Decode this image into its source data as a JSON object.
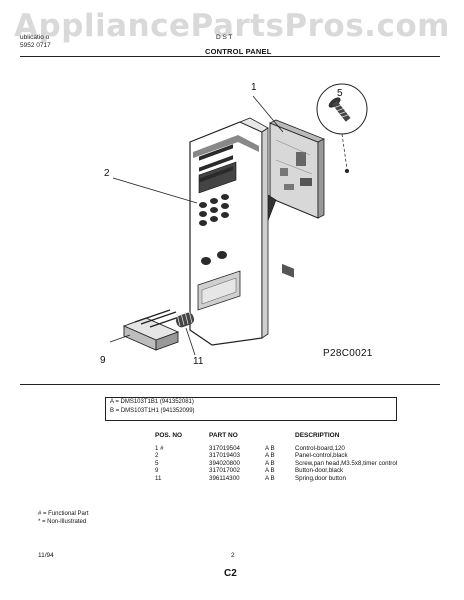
{
  "watermark": "AppliancePartsPros.com",
  "header": {
    "left_line1": "ublicatio  o",
    "left_line2": "5952 0717",
    "model": "D S  T",
    "section_title": "CONTROL PANEL"
  },
  "diagram": {
    "callouts": [
      "1",
      "2",
      "5",
      "9",
      "11"
    ],
    "figure_code": "P28C0021"
  },
  "models": [
    "A  =  DMS103T1B1 (941352081)",
    "B  =  DMS103T1H1 (941352099)"
  ],
  "parts_table": {
    "headers": {
      "pos": "POS. NO",
      "part": "PART NO",
      "models": "",
      "desc": "DESCRIPTION"
    },
    "rows": [
      {
        "pos": "1  #",
        "part": "317019504",
        "models": "A  B",
        "desc": "Control-board,120"
      },
      {
        "pos": "2",
        "part": "317019403",
        "models": "A  B",
        "desc": "Panel-control,black"
      },
      {
        "pos": "5",
        "part": "394020800",
        "models": "A  B",
        "desc": "Screw,pan head,M3.5x8,timer control"
      },
      {
        "pos": "9",
        "part": "317017002",
        "models": "A  B",
        "desc": "Button-door,black"
      },
      {
        "pos": "11",
        "part": "396114300",
        "models": "A  B",
        "desc": "Spring,door button"
      }
    ]
  },
  "notes": [
    "#  = Functional Part",
    "*  = Non-Illustrated"
  ],
  "footer": {
    "date": "11/94",
    "page_number": "2",
    "page_code": "C2"
  }
}
